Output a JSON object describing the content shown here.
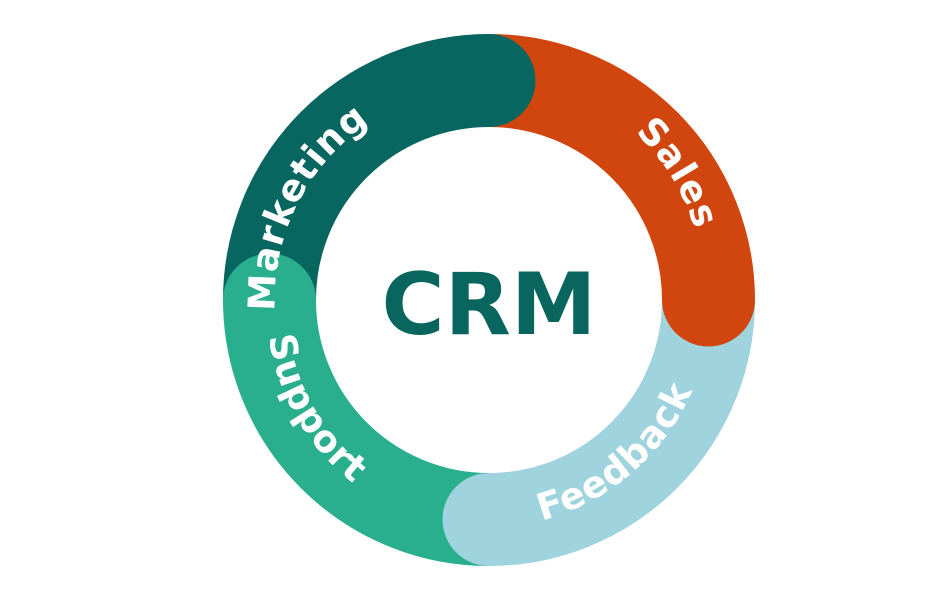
{
  "diagram": {
    "title": "CRM",
    "title_color": "#08665e",
    "segments": [
      {
        "label": "Marketing",
        "color": "#076660"
      },
      {
        "label": "Sales",
        "color": "#d1460f"
      },
      {
        "label": "Feedback",
        "color": "#9fd3de"
      },
      {
        "label": "Support",
        "color": "#2aaf8e"
      }
    ]
  }
}
